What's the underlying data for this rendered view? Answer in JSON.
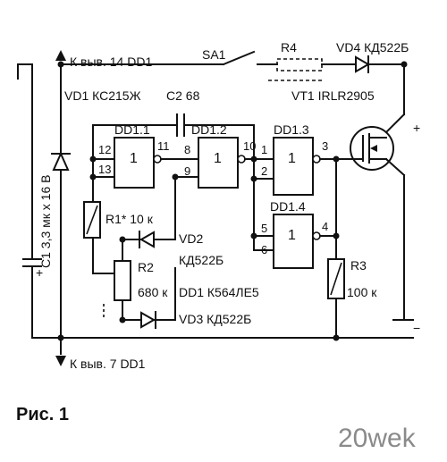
{
  "labels": {
    "top_rail": "К выв. 14 DD1",
    "bottom_rail": "К выв. 7 DD1",
    "switch": "SA1",
    "r4": "R4",
    "vd4": "VD4 КД522Б",
    "vt1": "VT1 IRLR2905",
    "vd1": "VD1 КС215Ж",
    "c2": "C2 68",
    "dd1_1": "DD1.1",
    "dd1_2": "DD1.2",
    "dd1_3": "DD1.3",
    "dd1_4": "DD1.4",
    "c1": "C1 3,3 мк х 16 В",
    "r1": "R1* 10 к",
    "r2": "R2",
    "r2_value": "680 к",
    "vd2": "VD2",
    "vd2_type": "КД522Б",
    "chip": "DD1 К564ЛЕ5",
    "vd3": "VD3 КД522Б",
    "r3": "R3",
    "r3_value": "100 к",
    "plus_top": "+",
    "minus_bottom": "−",
    "c1_plus": "+"
  },
  "gate_symbol": "1",
  "pins": {
    "p12": "12",
    "p13": "13",
    "p11": "11",
    "p8": "8",
    "p9": "9",
    "p10": "10",
    "p1": "1",
    "p2": "2",
    "p3": "3",
    "p5": "5",
    "p6": "6",
    "p4": "4"
  },
  "caption": "Рис. 1",
  "watermark": "20wek"
}
